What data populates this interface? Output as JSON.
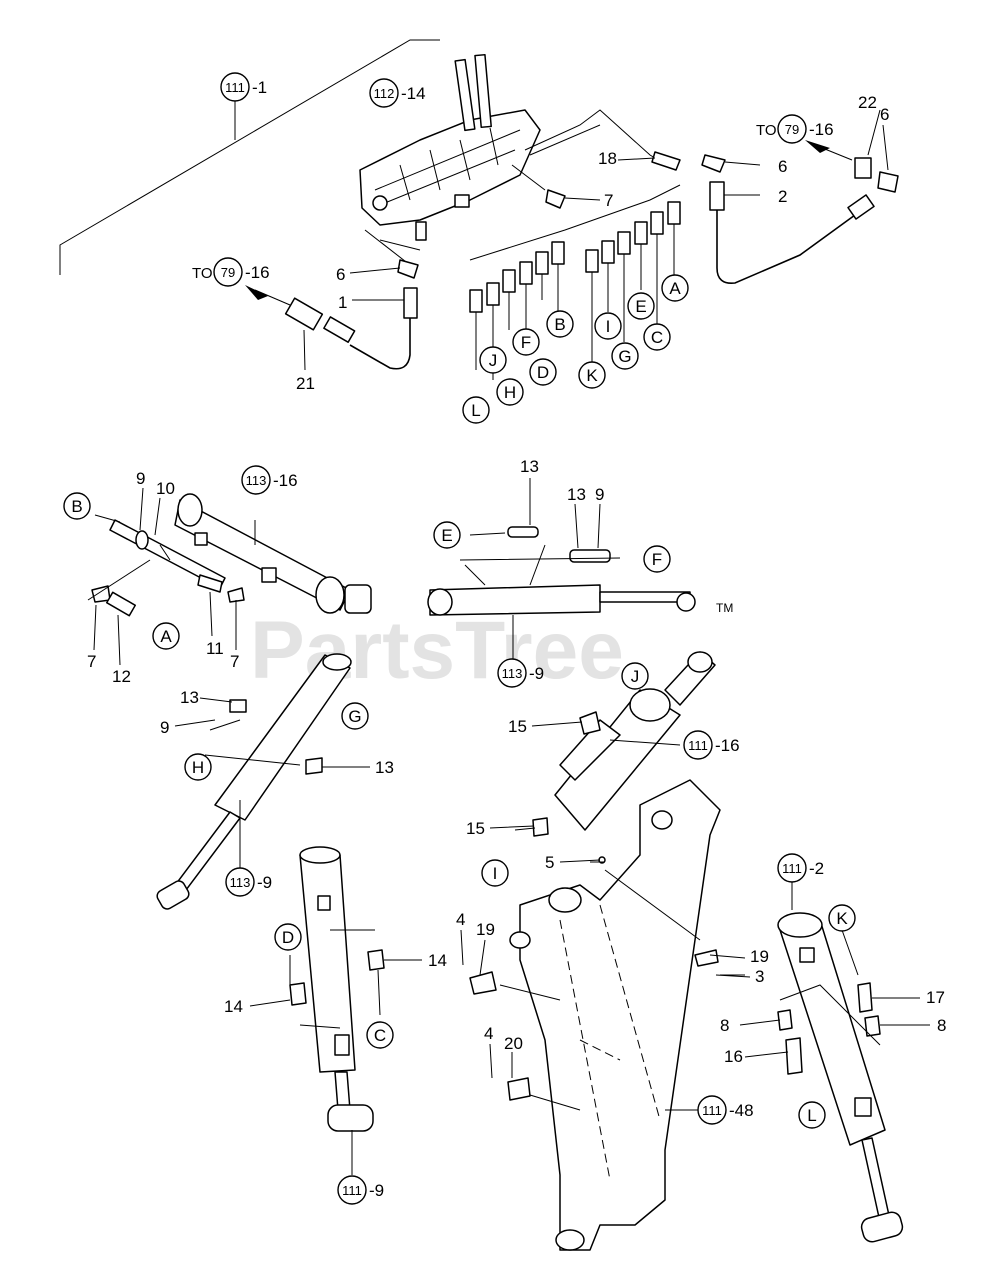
{
  "watermark": {
    "text": "PartsTree",
    "mark": "TM"
  },
  "callouts": {
    "c111_1": "111",
    "c111_1_suffix": "-1",
    "c112_14": "112",
    "c112_14_suffix": "-14",
    "c79_a": "79",
    "c79_a_prefix": "TO",
    "c79_a_suffix": "-16",
    "c79_b": "79",
    "c79_b_prefix": "TO",
    "c79_b_suffix": "-16",
    "c113_16": "113",
    "c113_16_suffix": "-16",
    "c113_9a": "113",
    "c113_9a_suffix": "-9",
    "c113_9b": "113",
    "c113_9b_suffix": "-9",
    "c111_16": "111",
    "c111_16_suffix": "-16",
    "c111_2": "111",
    "c111_2_suffix": "-2",
    "c111_48": "111",
    "c111_48_suffix": "-48",
    "c111_9": "111",
    "c111_9_suffix": "-9"
  },
  "port_letters": [
    "A",
    "B",
    "C",
    "D",
    "E",
    "F",
    "G",
    "H",
    "I",
    "J",
    "K",
    "L"
  ],
  "numbers": {
    "n22": "22",
    "n6a": "6",
    "n6b": "6",
    "n2": "2",
    "n18": "18",
    "n7a": "7",
    "n6c": "6",
    "n1": "1",
    "n21": "21",
    "n9a": "9",
    "n10": "10",
    "n7b": "7",
    "n12": "12",
    "n11": "11",
    "n7c": "7",
    "n13a": "13",
    "n13b": "13",
    "n9b": "9",
    "n13c": "13",
    "n9c": "9",
    "n13d": "13",
    "n15a": "15",
    "n15b": "15",
    "n5": "5",
    "n4a": "4",
    "n19a": "19",
    "n19b": "19",
    "n3": "3",
    "n4b": "4",
    "n20": "20",
    "n14a": "14",
    "n14b": "14",
    "n17": "17",
    "n8a": "8",
    "n8b": "8",
    "n16": "16"
  }
}
